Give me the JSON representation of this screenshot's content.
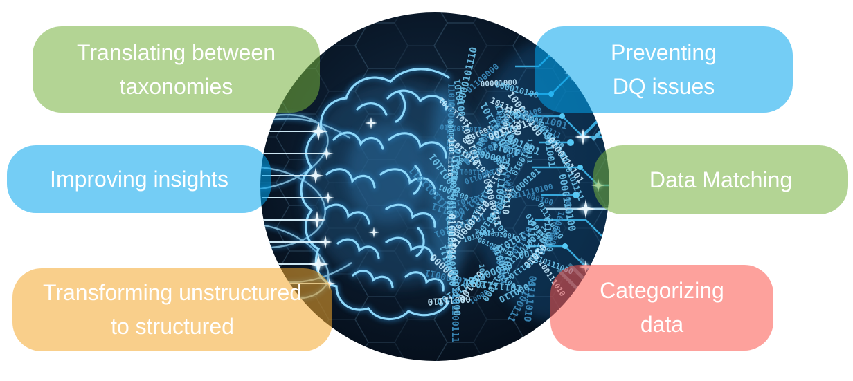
{
  "page": {
    "background": "#ffffff"
  },
  "figure": {
    "name": "ai-data-quality-use-cases-diagram",
    "label_text_color": "#ffffff",
    "center_image": {
      "name": "half-organic-half-digital-brain",
      "binary_digits": "010011010110",
      "palette": {
        "circle_background": "#0b1b2d",
        "glow_cyan": "#7fd0f2",
        "circuit_blue": "#3db6ea"
      }
    },
    "badges": [
      {
        "id": "translating-taxonomies",
        "label": "Translating between\ntaxonomies",
        "fill": "rgba(117,177,60,0.55)",
        "base_hex": "#75b13c",
        "observed_hex": "#b3d494",
        "position": "top-left"
      },
      {
        "id": "improving-insights",
        "label": "Improving insights",
        "fill": "rgba(2,164,237,0.55)",
        "base_hex": "#02a4ed",
        "observed_hex": "#74cdf5",
        "position": "middle-left"
      },
      {
        "id": "transforming-unstructured",
        "label": "Transforming unstructured\nto structured",
        "fill": "rgba(244,167,43,0.55)",
        "base_hex": "#f4a72b",
        "observed_hex": "#f9cf8b",
        "position": "bottom-left"
      },
      {
        "id": "preventing-dq-issues",
        "label": "Preventing\nDQ issues",
        "fill": "rgba(2,164,237,0.55)",
        "base_hex": "#02a4ed",
        "observed_hex": "#74cdf5",
        "position": "top-right"
      },
      {
        "id": "data-matching",
        "label": "Data Matching",
        "fill": "rgba(117,177,60,0.55)",
        "base_hex": "#75b13c",
        "observed_hex": "#b3d494",
        "position": "middle-right"
      },
      {
        "id": "categorizing-data",
        "label": "Categorizing\ndata",
        "fill": "rgba(251,84,75,0.55)",
        "base_hex": "#fb544b",
        "observed_hex": "#fda19c",
        "position": "bottom-right"
      }
    ]
  }
}
